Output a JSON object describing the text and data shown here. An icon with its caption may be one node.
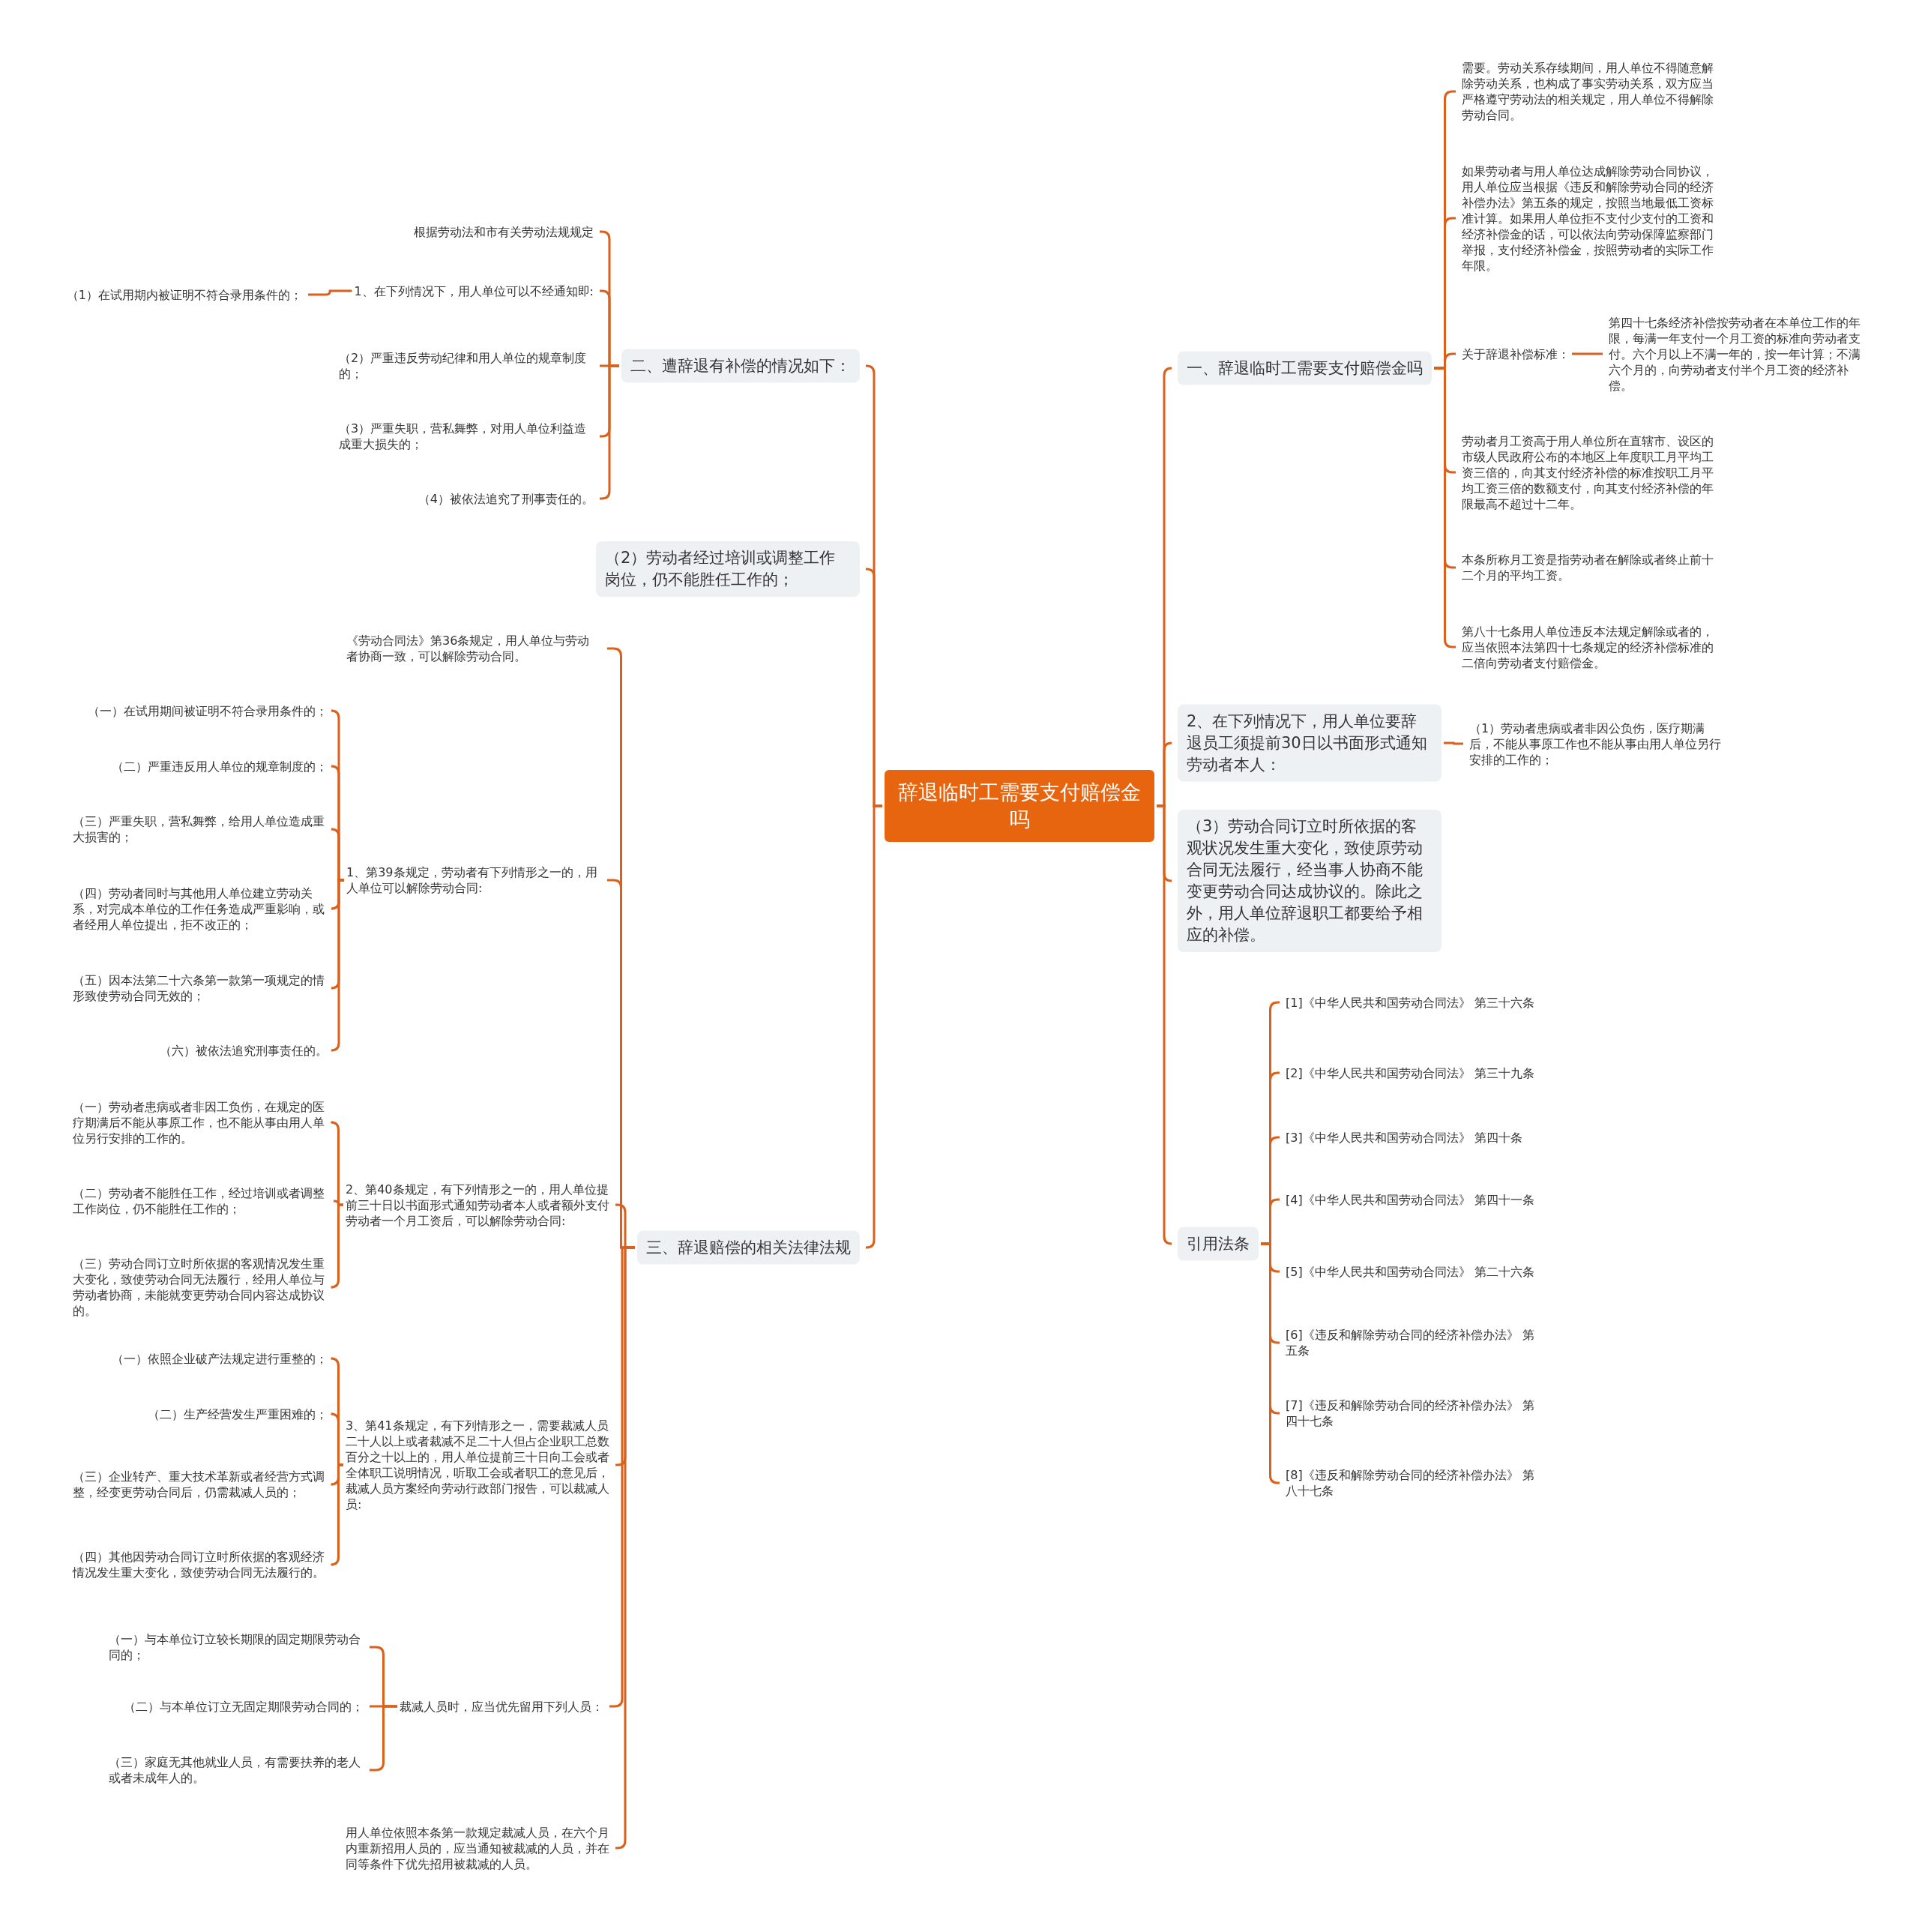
{
  "diagram": {
    "nodes": [
      {
        "text": [
          "辞退临时工需要支付赔偿金吗"
        ]
      },
      {
        "text": [
          "二、遭辞退有补偿的情况如下："
        ]
      },
      {
        "text": [
          "根据劳动法和市有关劳动法规规定"
        ]
      },
      {
        "text": [
          "1、在下列情况下，用人单位可以不经通知即:"
        ]
      },
      {
        "text": [
          "（1）在试用期内被证明不符合录用条件的；"
        ]
      },
      {
        "text": [
          "（2）严重违反劳动纪律和用人单位的规章制度的；"
        ]
      },
      {
        "text": [
          "（3）严重失职，营私舞弊，对用人单位利益造成重大损失的；"
        ]
      },
      {
        "text": [
          "（4）被依法追究了刑事责任的。"
        ]
      },
      {
        "text": [
          "（2）劳动者经过培训或调整工作岗位，仍不能胜任工作的；"
        ]
      },
      {
        "text": [
          "三、辞退赔偿的相关法律法规"
        ]
      },
      {
        "text": [
          "《劳动合同法》第36条规定，用人单位与劳动者协商一致，可以解除劳动合同。"
        ]
      },
      {
        "text": [
          "1、第39条规定，劳动者有下列情形之一的，用人单位可以解除劳动合同:"
        ]
      },
      {
        "text": [
          "（一）在试用期间被证明不符合录用条件的；"
        ]
      },
      {
        "text": [
          "（二）严重违反用人单位的规章制度的；"
        ]
      },
      {
        "text": [
          "（三）严重失职，营私舞弊，给用人单位造成重大损害的；"
        ]
      },
      {
        "text": [
          "（四）劳动者同时与其他用人单位建立劳动关系，对完成本单位的工作任务造成严重影响，或者经用人单位提出，拒不改正的；"
        ]
      },
      {
        "text": [
          "（五）因本法第二十六条第一款第一项规定的情形致使劳动合同无效的；"
        ]
      },
      {
        "text": [
          "（六）被依法追究刑事责任的。"
        ]
      },
      {
        "text": [
          "2、第40条规定，有下列情形之一的，用人单位提前三十日以书面形式通知劳动者本人或者额外支付劳动者一个月工资后，可以解除劳动合同:"
        ]
      },
      {
        "text": [
          "（一）劳动者患病或者非因工负伤，在规定的医疗期满后不能从事原工作，也不能从事由用人单位另行安排的工作的。"
        ]
      },
      {
        "text": [
          "（二）劳动者不能胜任工作，经过培训或者调整工作岗位，仍不能胜任工作的；"
        ]
      },
      {
        "text": [
          "（三）劳动合同订立时所依据的客观情况发生重大变化，致使劳动合同无法履行，经用人单位与劳动者协商，未能就变更劳动合同内容达成协议的。"
        ]
      },
      {
        "text": [
          "3、第41条规定，有下列情形之一，需要裁减人员二十人以上或者裁减不足二十人但占企业职工总数百分之十以上的，用人单位提前三十日向工会或者全体职工说明情况，听取工会或者职工的意见后，裁减人员方案经向劳动行政部门报告，可以裁减人员:"
        ]
      },
      {
        "text": [
          "（一）依照企业破产法规定进行重整的；"
        ]
      },
      {
        "text": [
          "（二）生产经营发生严重困难的；"
        ]
      },
      {
        "text": [
          "（三）企业转产、重大技术革新或者经营方式调整，经变更劳动合同后，仍需裁减人员的；"
        ]
      },
      {
        "text": [
          "（四）其他因劳动合同订立时所依据的客观经济情况发生重大变化，致使劳动合同无法履行的。"
        ]
      },
      {
        "text": [
          "裁减人员时，应当优先留用下列人员："
        ]
      },
      {
        "text": [
          "（一）与本单位订立较长期限的固定期限劳动合同的；"
        ]
      },
      {
        "text": [
          "（二）与本单位订立无固定期限劳动合同的；"
        ]
      },
      {
        "text": [
          "（三）家庭无其他就业人员，有需要扶养的老人或者未成年人的。"
        ]
      },
      {
        "text": [
          "用人单位依照本条第一款规定裁减人员，在六个月内重新招用人员的，应当通知被裁减的人员，并在同等条件下优先招用被裁减的人员。"
        ]
      },
      {
        "text": [
          "一、辞退临时工需要支付赔偿金吗"
        ]
      },
      {
        "text": [
          "需要。劳动关系存续期间，用人单位不得随意解除劳动关系，也构成了事实劳动关系，双方应当严格遵守劳动法的相关规定，用人单位不得解除劳动合同。"
        ]
      },
      {
        "text": [
          "如果劳动者与用人单位达成解除劳动合同协议，用人单位应当根据《违反和解除劳动合同的经济补偿办法》第五条的规定，按照当地最低工资标准计算。如果用人单位拒不支付少支付的工资和经济补偿金的话，可以依法向劳动保障监察部门举报，支付经济补偿金，按照劳动者的实际工作年限。"
        ]
      },
      {
        "text": [
          "关于辞退补偿标准："
        ]
      },
      {
        "text": [
          "第四十七条经济补偿按劳动者在本单位工作的年限，每满一年支付一个月工资的标准向劳动者支付。六个月以上不满一年的，按一年计算；不满六个月的，向劳动者支付半个月工资的经济补偿。"
        ]
      },
      {
        "text": [
          "劳动者月工资高于用人单位所在直辖市、设区的市级人民政府公布的本地区上年度职工月平均工资三倍的，向其支付经济补偿的标准按职工月平均工资三倍的数额支付，向其支付经济补偿的年限最高不超过十二年。"
        ]
      },
      {
        "text": [
          "本条所称月工资是指劳动者在解除或者终止前十二个月的平均工资。"
        ]
      },
      {
        "text": [
          "第八十七条用人单位违反本法规定解除或者的，应当依照本法第四十七条规定的经济补偿标准的二倍向劳动者支付赔偿金。"
        ]
      },
      {
        "text": [
          "2、在下列情况下，用人单位要辞退员工须提前30日以书面形式通知劳动者本人："
        ]
      },
      {
        "text": [
          "（1）劳动者患病或者非因公负伤，医疗期满后，不能从事原工作也不能从事由用人单位另行安排的工作的；"
        ]
      },
      {
        "text": [
          "（3）劳动合同订立时所依据的客观状况发生重大变化，致使原劳动合同无法履行，经当事人协商不能变更劳动合同达成协议的。除此之外，用人单位辞退职工都要给予相应的补偿。"
        ]
      },
      {
        "text": [
          "引用法条"
        ]
      },
      {
        "text": [
          "[1]《中华人民共和国劳动合同法》 第三十六条"
        ]
      },
      {
        "text": [
          "[2]《中华人民共和国劳动合同法》 第三十九条"
        ]
      },
      {
        "text": [
          "[3]《中华人民共和国劳动合同法》 第四十条"
        ]
      },
      {
        "text": [
          "[4]《中华人民共和国劳动合同法》 第四十一条"
        ]
      },
      {
        "text": [
          "[5]《中华人民共和国劳动合同法》 第二十六条"
        ]
      },
      {
        "text": [
          "[6]《违反和解除劳动合同的经济补偿办法》 第五条"
        ]
      },
      {
        "text": [
          "[7]《违反和解除劳动合同的经济补偿办法》 第四十七条"
        ]
      },
      {
        "text": [
          "[8]《违反和解除劳动合同的经济补偿办法》 第八十七条"
        ]
      }
    ],
    "edges": [
      {
        "from": 0,
        "to": 1,
        "arrow": "none"
      },
      {
        "from": 0,
        "to": 8,
        "arrow": "none"
      },
      {
        "from": 0,
        "to": 9,
        "arrow": "none"
      },
      {
        "from": 0,
        "to": 32,
        "arrow": "none"
      },
      {
        "from": 0,
        "to": 40,
        "arrow": "none"
      },
      {
        "from": 0,
        "to": 42,
        "arrow": "none"
      },
      {
        "from": 0,
        "to": 43,
        "arrow": "none"
      },
      {
        "from": 1,
        "to": 2,
        "arrow": "none"
      },
      {
        "from": 1,
        "to": 3,
        "arrow": "none"
      },
      {
        "from": 1,
        "to": 5,
        "arrow": "none"
      },
      {
        "from": 1,
        "to": 6,
        "arrow": "none"
      },
      {
        "from": 1,
        "to": 7,
        "arrow": "none"
      },
      {
        "from": 3,
        "to": 4,
        "arrow": "none"
      },
      {
        "from": 9,
        "to": 10,
        "arrow": "none"
      },
      {
        "from": 9,
        "to": 11,
        "arrow": "none"
      },
      {
        "from": 9,
        "to": 18,
        "arrow": "none"
      },
      {
        "from": 9,
        "to": 22,
        "arrow": "none"
      },
      {
        "from": 9,
        "to": 27,
        "arrow": "none"
      },
      {
        "from": 9,
        "to": 31,
        "arrow": "none"
      },
      {
        "from": 11,
        "to": 12,
        "arrow": "none"
      },
      {
        "from": 11,
        "to": 13,
        "arrow": "none"
      },
      {
        "from": 11,
        "to": 14,
        "arrow": "none"
      },
      {
        "from": 11,
        "to": 15,
        "arrow": "none"
      },
      {
        "from": 11,
        "to": 16,
        "arrow": "none"
      },
      {
        "from": 11,
        "to": 17,
        "arrow": "none"
      },
      {
        "from": 18,
        "to": 19,
        "arrow": "none"
      },
      {
        "from": 18,
        "to": 20,
        "arrow": "none"
      },
      {
        "from": 18,
        "to": 21,
        "arrow": "none"
      },
      {
        "from": 22,
        "to": 23,
        "arrow": "none"
      },
      {
        "from": 22,
        "to": 24,
        "arrow": "none"
      },
      {
        "from": 22,
        "to": 25,
        "arrow": "none"
      },
      {
        "from": 22,
        "to": 26,
        "arrow": "none"
      },
      {
        "from": 27,
        "to": 28,
        "arrow": "none"
      },
      {
        "from": 27,
        "to": 29,
        "arrow": "none"
      },
      {
        "from": 27,
        "to": 30,
        "arrow": "none"
      },
      {
        "from": 32,
        "to": 33,
        "arrow": "none"
      },
      {
        "from": 32,
        "to": 34,
        "arrow": "none"
      },
      {
        "from": 32,
        "to": 35,
        "arrow": "none"
      },
      {
        "from": 32,
        "to": 37,
        "arrow": "none"
      },
      {
        "from": 32,
        "to": 38,
        "arrow": "none"
      },
      {
        "from": 32,
        "to": 39,
        "arrow": "none"
      },
      {
        "from": 35,
        "to": 36,
        "arrow": "none"
      },
      {
        "from": 40,
        "to": 41,
        "arrow": "none"
      },
      {
        "from": 43,
        "to": 44,
        "arrow": "none"
      },
      {
        "from": 43,
        "to": 45,
        "arrow": "none"
      },
      {
        "from": 43,
        "to": 46,
        "arrow": "none"
      },
      {
        "from": 43,
        "to": 47,
        "arrow": "none"
      },
      {
        "from": 43,
        "to": 48,
        "arrow": "none"
      },
      {
        "from": 43,
        "to": 49,
        "arrow": "none"
      },
      {
        "from": 43,
        "to": 50,
        "arrow": "none"
      },
      {
        "from": 43,
        "to": 51,
        "arrow": "none"
      }
    ]
  }
}
